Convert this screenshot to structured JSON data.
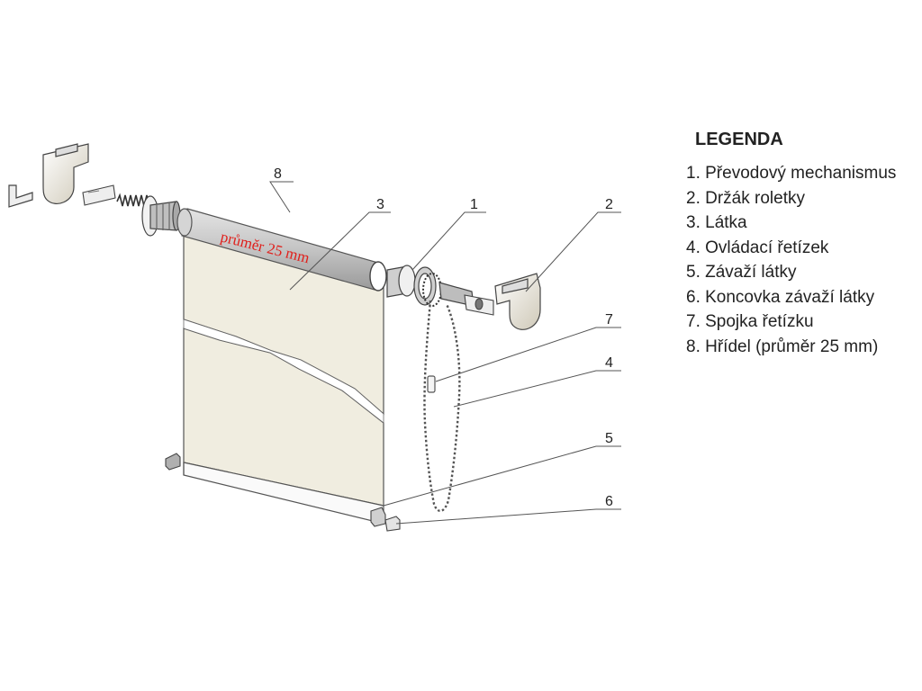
{
  "diagram": {
    "shaft_label": "průměr 25 mm",
    "callouts": [
      "8",
      "3",
      "1",
      "2",
      "7",
      "4",
      "5",
      "6"
    ]
  },
  "legend": {
    "title": "LEGENDA",
    "items": [
      "1. Převodový mechanismus",
      "2. Držák roletky",
      "3. Látka",
      "4. Ovládací řetízek",
      "5. Závaží látky",
      "6. Koncovka závaží látky",
      "7. Spojka řetízku",
      "8. Hřídel (průměr 25 mm)"
    ]
  },
  "colors": {
    "fabric": "#f0ede0",
    "shaft": "#c9c9c9",
    "outline": "#444444",
    "label_red": "#e0201c"
  }
}
